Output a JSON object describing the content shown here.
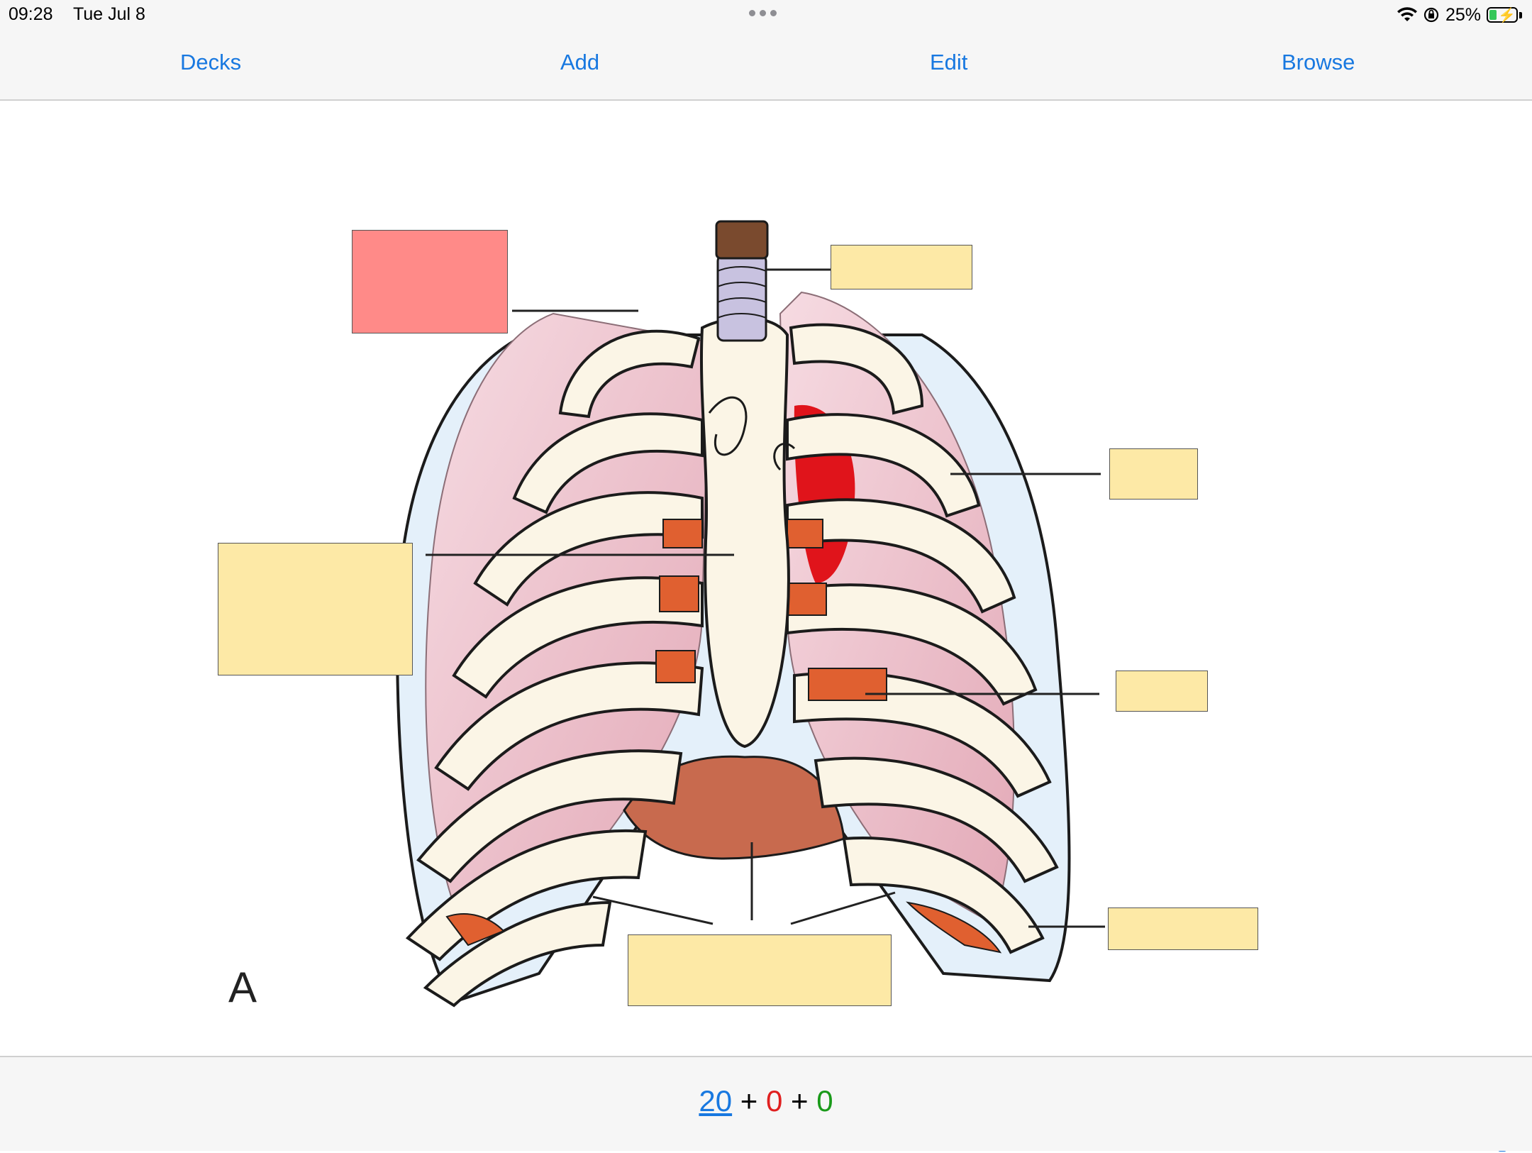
{
  "status": {
    "time": "09:28",
    "date": "Tue Jul 8",
    "battery": "25%",
    "icons": [
      "wifi-icon",
      "orientation-lock-icon",
      "battery-charging-icon"
    ],
    "battery_level": 0.25
  },
  "nav": {
    "decks": "Decks",
    "add": "Add",
    "edit": "Edit",
    "browse": "Browse",
    "link_color": "#1878e0"
  },
  "card": {
    "figure_letter": "A",
    "occlusion_colors": {
      "active": "#ff8a88",
      "inactive": "#fde9a6"
    }
  },
  "counts": {
    "new": "20",
    "plus1": "+",
    "learn": "0",
    "plus2": "+",
    "review": "0",
    "colors": {
      "new": "#1878e0",
      "learn": "#e02020",
      "review": "#1a9a1a"
    }
  },
  "settings_icon": "gear-icon"
}
